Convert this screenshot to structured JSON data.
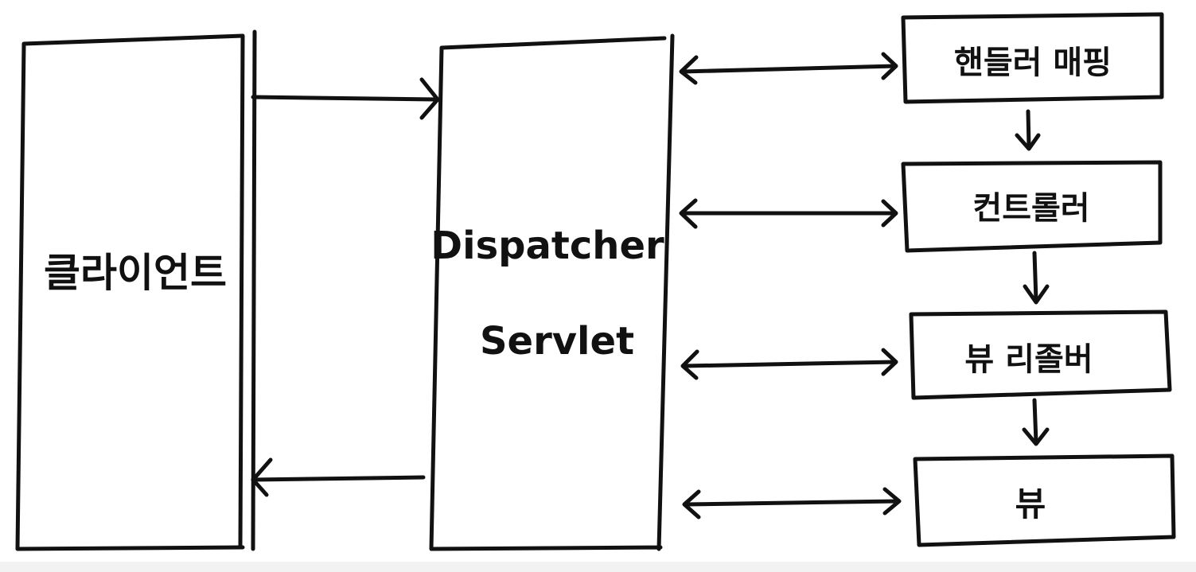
{
  "diagram": {
    "client": {
      "label": "클라이언트"
    },
    "dispatcher": {
      "line1": "Dispatcher",
      "line2": "Servlet"
    },
    "components": [
      {
        "label": "핸들러  매핑"
      },
      {
        "label": "컨트롤러"
      },
      {
        "label": "뷰 리졸버"
      },
      {
        "label": "뷰"
      }
    ]
  },
  "colors": {
    "ink": "#111111",
    "background": "#ffffff"
  }
}
